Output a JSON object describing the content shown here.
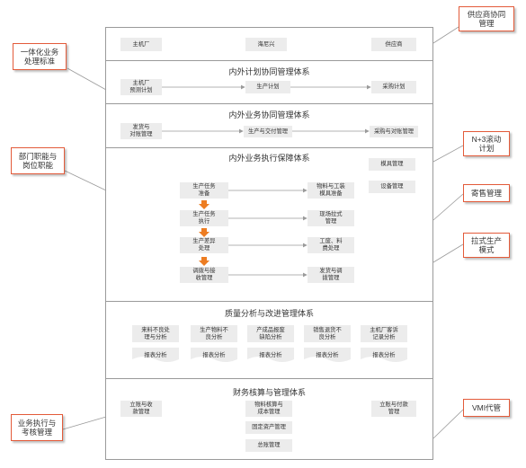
{
  "top_row": [
    "主机厂",
    "海尼兴",
    "供应商"
  ],
  "sections": {
    "plan": {
      "title": "内外计划协同管理体系",
      "items": [
        "主机厂\n预测计划",
        "生产计划",
        "采购计划"
      ]
    },
    "business": {
      "title": "内外业务协同管理体系",
      "items": [
        "发货与\n对账管理",
        "生产与交付管理",
        "采购与对账管理"
      ]
    },
    "execution": {
      "title": "内外业务执行保障体系",
      "left_flow": [
        "生产任务\n准备",
        "生产任务\n执行",
        "生产差异\n处理",
        "调拨与接\n收管理"
      ],
      "right_items": [
        "物料与工装\n模具准备",
        "现场拉式\n管理",
        "工废、料\n费处理",
        "发货与调\n拨管理"
      ],
      "right_top": [
        "模具管理",
        "设备管理"
      ]
    },
    "quality": {
      "title": "质量分析与改进管理体系",
      "items": [
        "来料不良处\n理与分析",
        "生产物料不\n良分析",
        "产成品报废\n缺陷分析",
        "销售退货不\n良分析",
        "主机厂客诉\n记录分析"
      ],
      "report_label": "报表分析"
    },
    "finance": {
      "title": "财务核算与管理体系",
      "left": "立账与收\n款管理",
      "center": [
        "物料核算与\n成本管理",
        "固定资产管理",
        "总账管理"
      ],
      "right": "立账与付款\n管理"
    }
  },
  "left_labels": [
    "一体化业务\n处理标准",
    "部门职能与\n岗位职能",
    "业务执行与\n考核管理"
  ],
  "right_labels": [
    "供应商协同\n管理",
    "N+3滚动\n计划",
    "寄售管理",
    "拉式生产\n模式",
    "VMI代管"
  ],
  "colors": {
    "accent": "#e35b3a",
    "arrow": "#ed7d22",
    "box": "#ececec",
    "line": "#9a9a9a"
  }
}
